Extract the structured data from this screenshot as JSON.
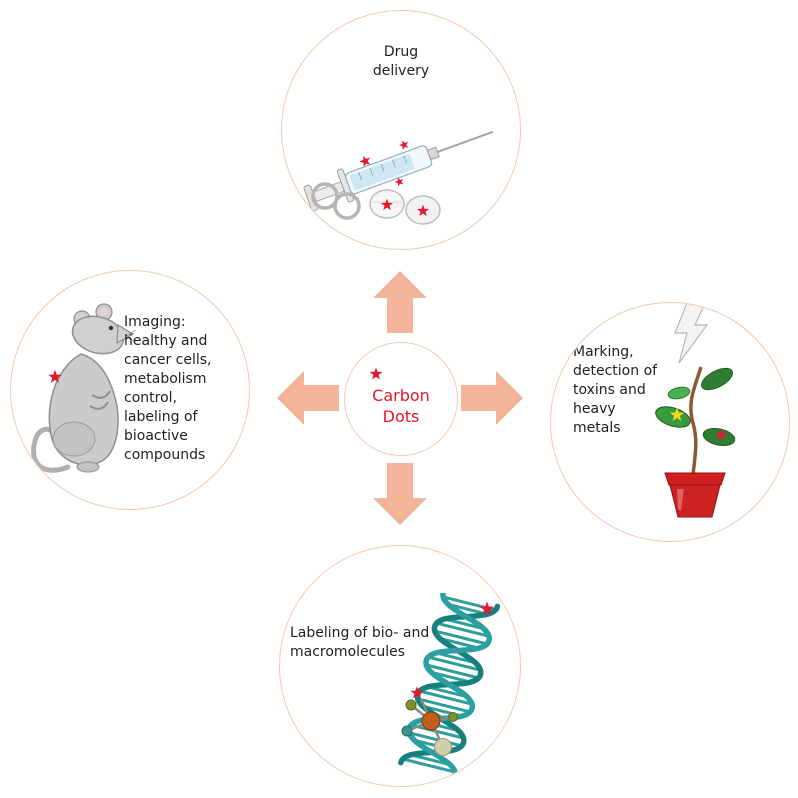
{
  "diagram": {
    "center": {
      "lines": [
        "Carbon",
        "Dots"
      ],
      "icon": "star-icon"
    },
    "nodes": {
      "top": {
        "lines": [
          "Drug",
          "delivery"
        ],
        "icon": "syringe-icon"
      },
      "left": {
        "lines": [
          "Imaging:",
          "healthy and",
          "cancer cells,",
          "metabolism",
          "control,",
          "labeling of",
          "bioactive",
          "compounds"
        ],
        "icon": "rat-icon"
      },
      "right": {
        "lines": [
          "Marking,",
          "detection of",
          "toxins and",
          "heavy",
          "metals"
        ],
        "icon": "plant-in-pot-icon"
      },
      "bottom": {
        "lines": [
          "Labeling of bio- and",
          "macromolecules"
        ],
        "icon": "dna-molecule-icon"
      }
    },
    "colors": {
      "circle_border": "#f2c9b1",
      "arrow": "#f4b49a",
      "text": "#1f1f1f",
      "accent_red": "#e3172e"
    }
  }
}
